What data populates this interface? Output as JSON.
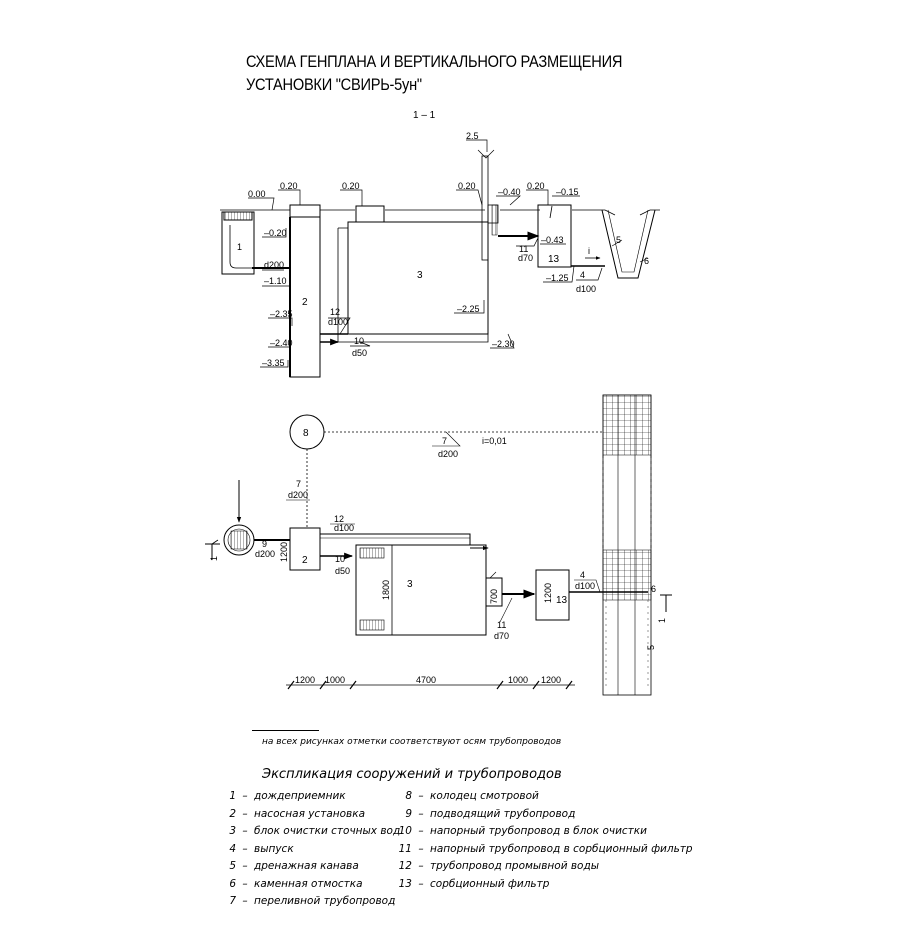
{
  "title": {
    "line1": "СХЕМА ГЕНПЛАНА И ВЕРТИКАЛЬНОГО РАЗМЕЩЕНИЯ",
    "line2": "УСТАНОВКИ \"СВИРЬ-5ун\""
  },
  "section": {
    "label": "1 – 1",
    "elevations": {
      "e_2_5": "2.5",
      "e_0_00": "0.00",
      "e_0_20_a": "0.20",
      "e_0_20_b": "0.20",
      "e_0_20_c": "0.20",
      "e_0_20_d": "0.20",
      "e_m0_40": "–0.40",
      "e_m0_15": "–0.15",
      "e_m0_20": "–0.20",
      "e_m0_43": "–0.43",
      "e_m1_10": "–1.10",
      "e_m1_25": "–1.25",
      "e_m2_25": "–2.25",
      "e_m2_35": "–2.35",
      "e_m2_40": "–2.40",
      "e_m2_30": "–2.30",
      "e_m3_35": "–3.35"
    },
    "labels": {
      "n1": "1",
      "n2": "2",
      "n3": "3",
      "n13": "13",
      "n5": "5",
      "n6": "6",
      "i": "i",
      "d200": "d200",
      "p11": "11",
      "p11d": "d70",
      "p4": "4",
      "p4d": "d100",
      "p12": "12",
      "p12d": "d100",
      "p10": "10",
      "p10d": "d50"
    }
  },
  "plan": {
    "labels": {
      "n8": "8",
      "p7a": "7",
      "p7ad": "d200",
      "slope": "i=0,01",
      "p7b": "7",
      "p7bd": "d200",
      "p12": "12",
      "p12d": "d100",
      "p9": "9",
      "p9d": "d200",
      "p10": "10",
      "p10d": "d50",
      "n2": "2",
      "n3": "3",
      "n13": "13",
      "w1200a": "1200",
      "w1800": "1800",
      "w700": "700",
      "w1200b": "1200",
      "p4": "4",
      "p4d": "d100",
      "p11": "11",
      "p11d": "d70",
      "n6": "6",
      "n5": "5",
      "cut_left": "1",
      "cut_right": "1"
    },
    "dims": [
      "1200",
      "1000",
      "4700",
      "1000",
      "1200"
    ]
  },
  "note": "на всех рисунках отметки соответствуют осям трубопроводов",
  "explication": {
    "title": "Экспликация сооружений и трубопроводов",
    "left": [
      {
        "num": "1",
        "text": "дождеприемник"
      },
      {
        "num": "2",
        "text": "насосная установка"
      },
      {
        "num": "3",
        "text": "блок очистки сточных вод"
      },
      {
        "num": "4",
        "text": "выпуск"
      },
      {
        "num": "5",
        "text": "дренажная канава"
      },
      {
        "num": "6",
        "text": "каменная отмостка"
      },
      {
        "num": "7",
        "text": "переливной трубопровод"
      }
    ],
    "right": [
      {
        "num": "8",
        "text": "колодец смотровой"
      },
      {
        "num": "9",
        "text": "подводящий трубопровод"
      },
      {
        "num": "10",
        "text": "напорный трубопровод в блок очистки"
      },
      {
        "num": "11",
        "text": "напорный  трубопровод в сорбционный фильтр"
      },
      {
        "num": "12",
        "text": "трубопровод промывной воды"
      },
      {
        "num": "13",
        "text": "сорбционный фильтр"
      }
    ]
  }
}
